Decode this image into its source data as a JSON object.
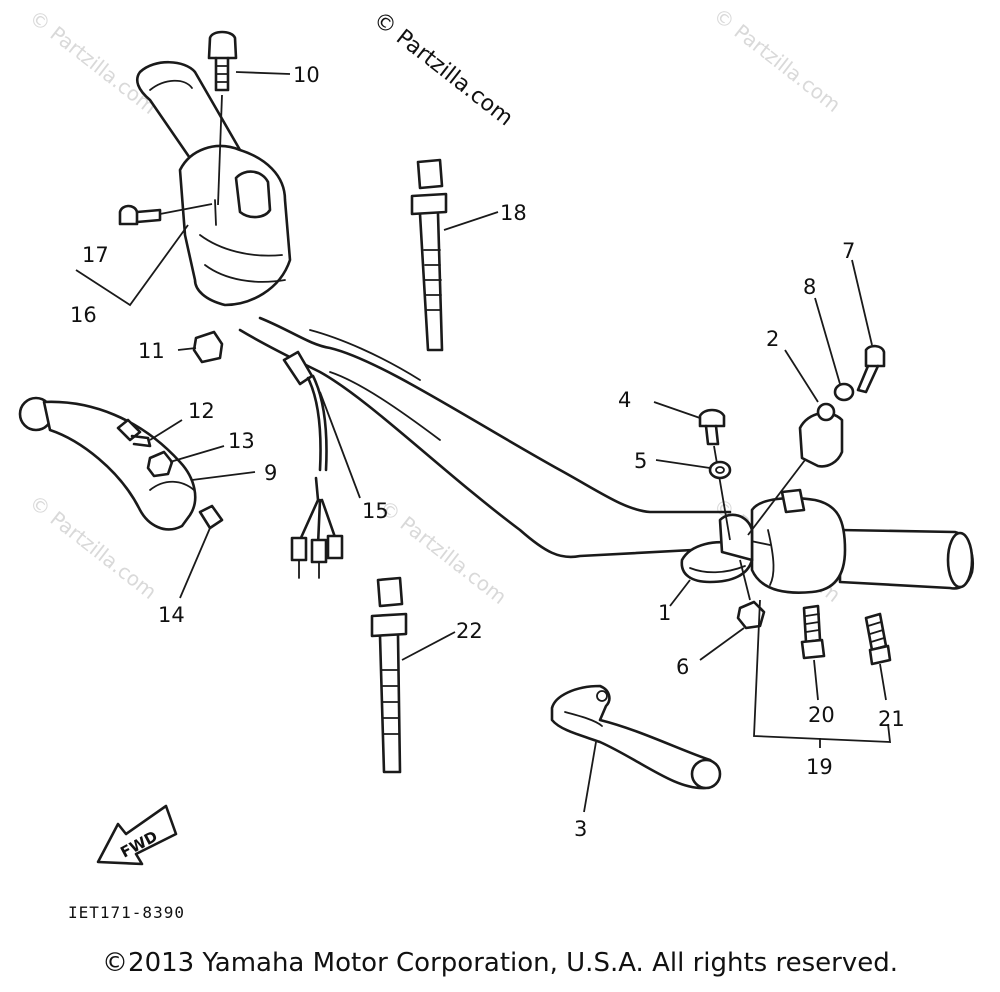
{
  "watermark_primary": "© Partzilla.com",
  "watermark_faint": "© Partzilla.com",
  "callouts": [
    "1",
    "2",
    "3",
    "4",
    "5",
    "6",
    "7",
    "8",
    "9",
    "10",
    "11",
    "12",
    "13",
    "14",
    "15",
    "16",
    "17",
    "18",
    "19",
    "20",
    "21",
    "22"
  ],
  "fwd_label": "FWD",
  "drawing_code": "IET171-8390",
  "copyright": "©2013 Yamaha Motor Corporation, U.S.A. All rights reserved."
}
